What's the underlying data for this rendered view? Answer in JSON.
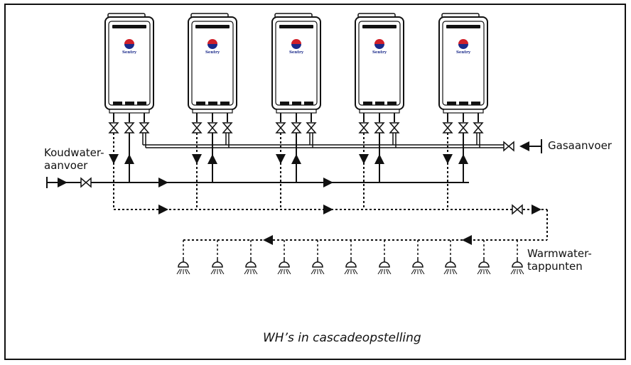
{
  "labels": {
    "cold_water_line1": "Koudwater-",
    "cold_water_line2": "aanvoer",
    "gas_supply": "Gasaanvoer",
    "hot_taps_line1": "Warmwater-",
    "hot_taps_line2": "tappunten",
    "caption": "WH’s in cascadeopstelling"
  },
  "heater": {
    "brand": "Sentry",
    "count": 5
  },
  "tap_count": 11,
  "colors": {
    "line": "#111111",
    "frame": "#111111",
    "logo_red": "#d0202a",
    "logo_blue": "#1a2a8a",
    "background": "#ffffff"
  }
}
